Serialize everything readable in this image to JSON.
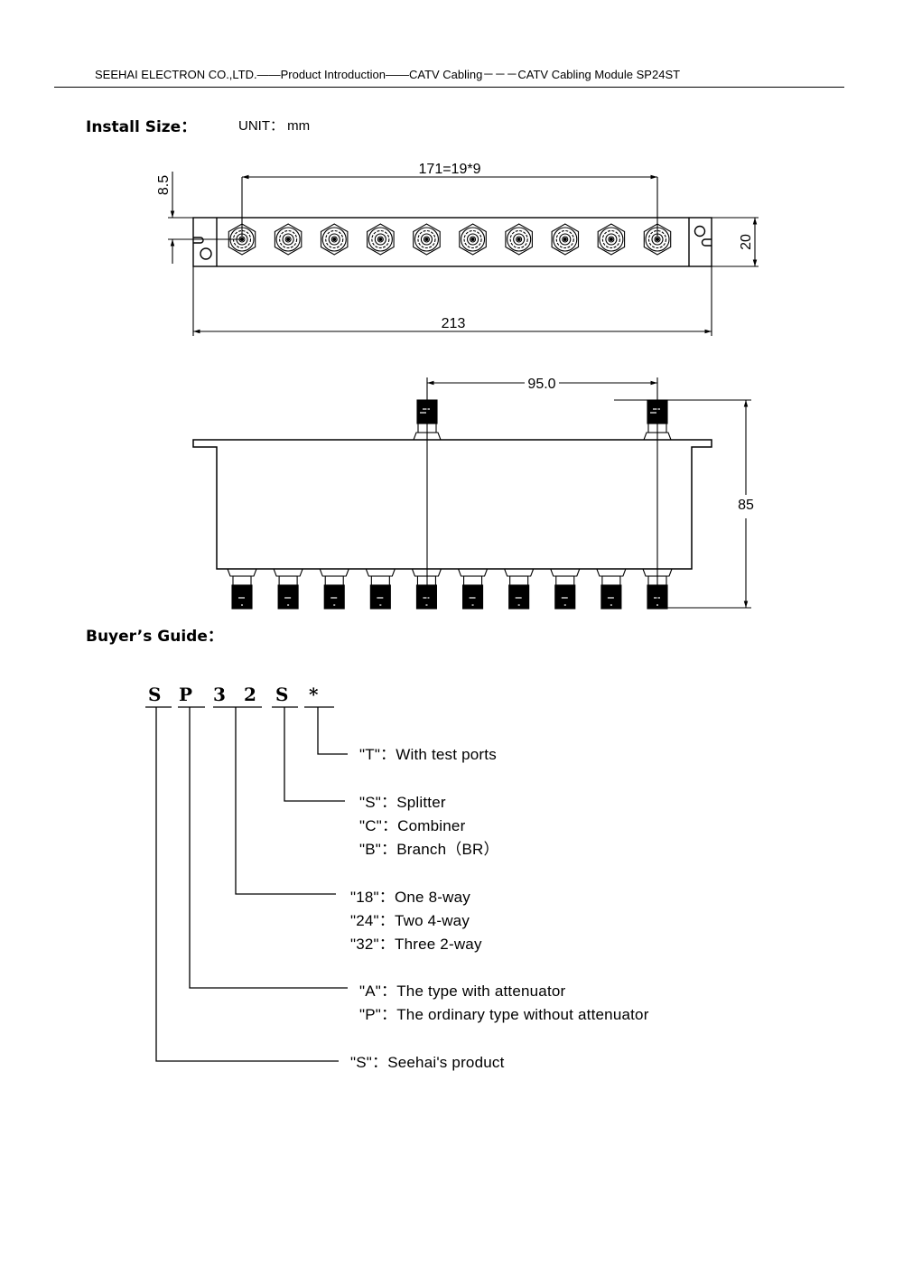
{
  "header": {
    "breadcrumb": "SEEHAI ELECTRON CO.,LTD.——Product Introduction——CATV Cabling－－－CATV Cabling Module SP24ST"
  },
  "install_size": {
    "title": "Install Size：",
    "unit": "UNIT：  mm",
    "top_view": {
      "connector_count": 10,
      "dim_pitch": "171=19*9",
      "dim_width": "213",
      "dim_offset": "8.5",
      "dim_height": "20"
    },
    "side_view": {
      "top_connector_count": 2,
      "bottom_connector_count": 10,
      "dim_spacing": "95.0",
      "dim_height": "85"
    }
  },
  "buyers_guide": {
    "title": "Buyer’s Guide：",
    "code_chars": [
      "S",
      "P",
      "3",
      "2",
      "S",
      "*"
    ],
    "groups": [
      {
        "lines": [
          "\"T\"：With test ports"
        ]
      },
      {
        "lines": [
          "\"S\"：Splitter",
          "\"C\"：Combiner",
          "\"B\"：Branch（BR）"
        ]
      },
      {
        "lines": [
          "\"18\"：One 8-way",
          "\"24\"：Two 4-way",
          "\"32\"：Three 2-way"
        ]
      },
      {
        "lines": [
          "\"A\"：The type with attenuator",
          "\"P\"：The ordinary type without attenuator"
        ]
      },
      {
        "lines": [
          "\"S\"：Seehai's product"
        ]
      }
    ]
  }
}
